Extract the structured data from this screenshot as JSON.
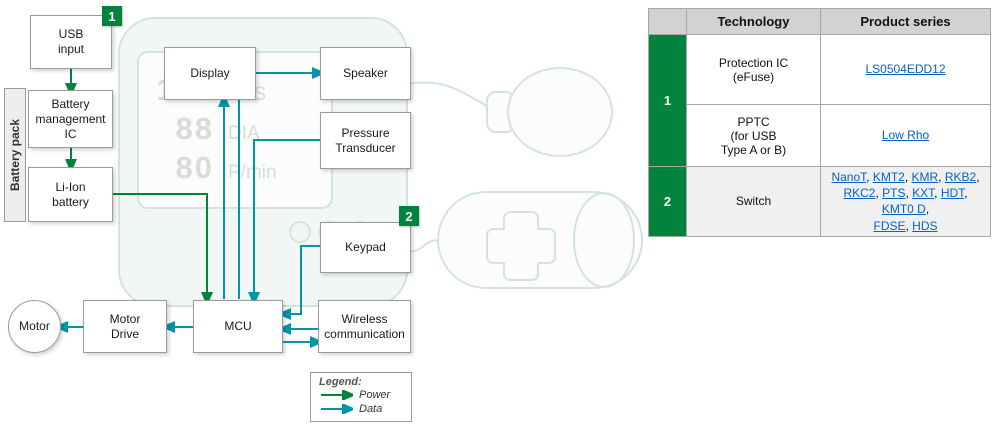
{
  "badges": {
    "b1": "1",
    "b2": "2"
  },
  "nodes": {
    "usb_input": "USB\ninput",
    "battery_pack": "Battery pack",
    "battery_mgmt": "Battery\nmanagement\nIC",
    "li_ion": "Li-Ion\nbattery",
    "display": "Display",
    "speaker": "Speaker",
    "pressure": "Pressure\nTransducer",
    "keypad": "Keypad",
    "wireless": "Wireless\ncommunication",
    "mcu": "MCU",
    "motor_drive": "Motor\nDrive",
    "motor": "Motor"
  },
  "screen": {
    "rows": [
      {
        "value": "140",
        "unit": "SYS"
      },
      {
        "value": "88",
        "unit": "DIA"
      },
      {
        "value": "80",
        "unit": "P/min"
      }
    ]
  },
  "legend": {
    "title": "Legend:",
    "power": "Power",
    "data": "Data"
  },
  "table": {
    "headers": {
      "technology": "Technology",
      "product_series": "Product series"
    },
    "rows": [
      {
        "group": "1",
        "tech": "Protection IC\n(eFuse)",
        "product_lines": [
          [
            "LS0504EDD12"
          ]
        ]
      },
      {
        "tech": "PPTC\n(for USB\nType A or B)",
        "product_lines": [
          [
            "Low Rho"
          ]
        ]
      },
      {
        "group": "2",
        "tech": "Switch",
        "product_lines": [
          [
            "NanoT",
            "KMT2",
            "KMR",
            "RKB2"
          ],
          [
            "RKC2",
            "PTS",
            "KXT",
            "HDT"
          ],
          [
            "KMT0 D"
          ],
          [
            "FDSE",
            "HDS"
          ]
        ]
      }
    ]
  },
  "colors": {
    "power_green": "#00843D",
    "data_teal": "#0096A8",
    "link_blue": "#0563C1"
  }
}
